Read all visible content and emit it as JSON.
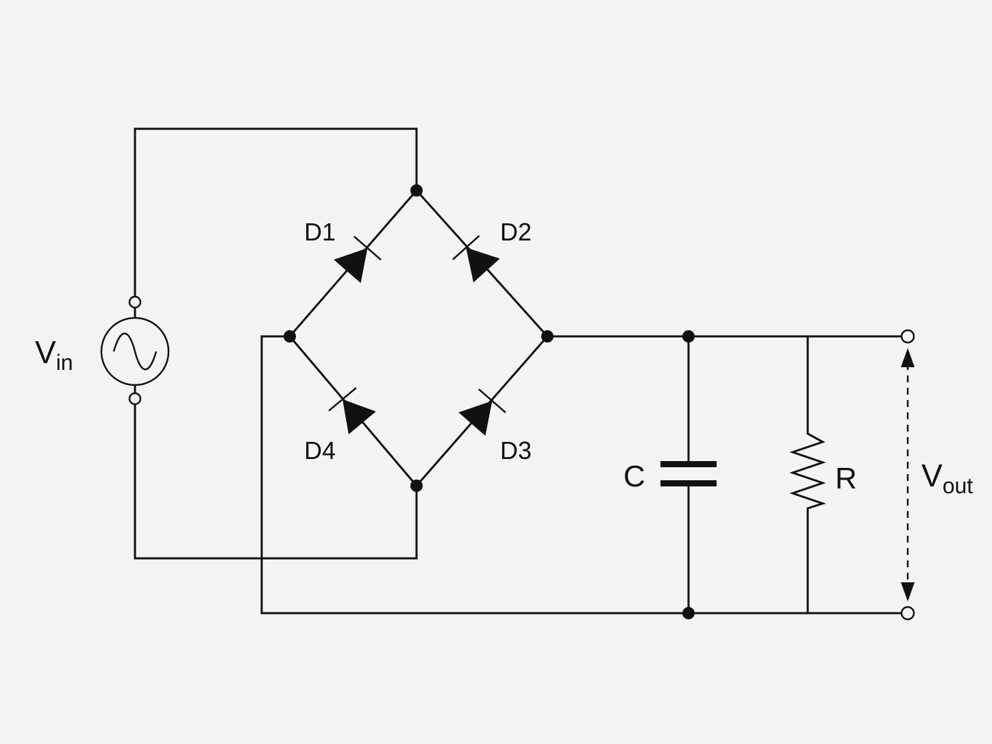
{
  "labels": {
    "vin_main": "V",
    "vin_sub": "in",
    "vout_main": "V",
    "vout_sub": "out",
    "d1": "D1",
    "d2": "D2",
    "d3": "D3",
    "d4": "D4",
    "capacitor": "C",
    "resistor": "R"
  },
  "colors": {
    "background": "#f4f4f2",
    "ink": "#111111"
  }
}
